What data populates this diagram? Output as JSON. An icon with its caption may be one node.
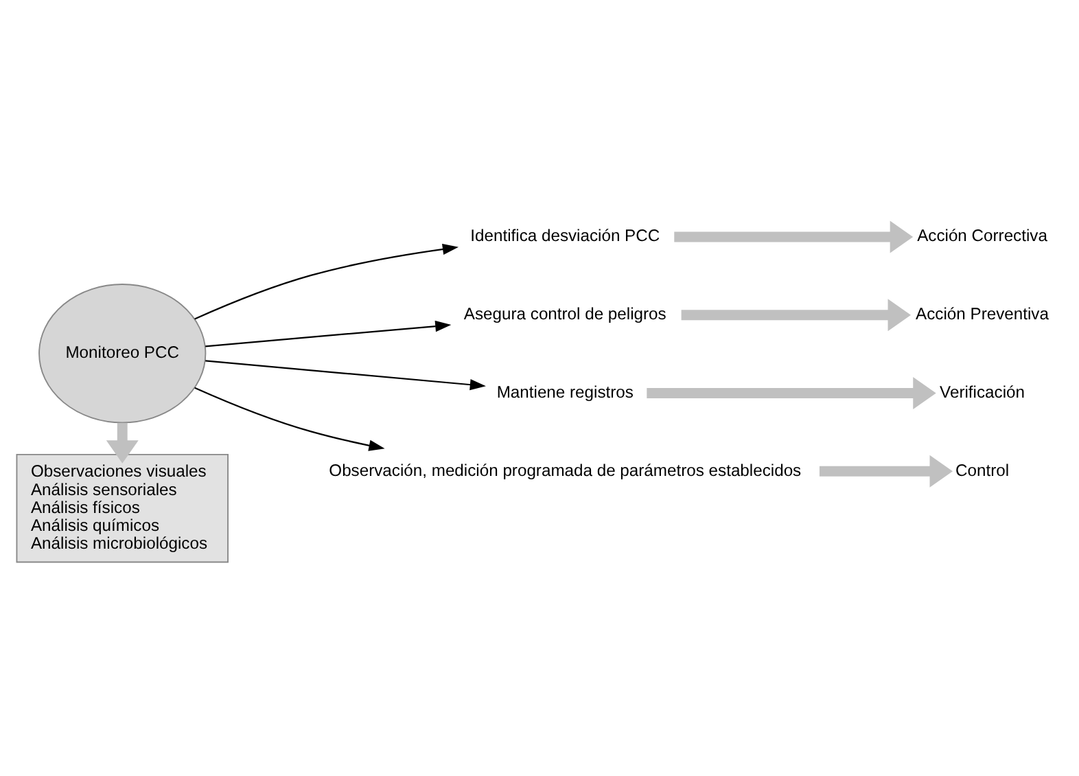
{
  "diagram": {
    "nodes": [
      {
        "text": [
          "Monitoreo PCC"
        ]
      },
      {
        "text": [
          "Identifica desviación PCC"
        ]
      },
      {
        "text": [
          "Asegura control de peligros"
        ]
      },
      {
        "text": [
          "Mantiene registros"
        ]
      },
      {
        "text": [
          "Observación, medición programada de parámetros establecidos"
        ]
      },
      {
        "text": [
          "Acción Correctiva"
        ]
      },
      {
        "text": [
          "Acción Preventiva"
        ]
      },
      {
        "text": [
          "Verificación"
        ]
      },
      {
        "text": [
          "Control"
        ]
      },
      {
        "text": [
          "Observaciones visuales",
          "Análisis sensoriales",
          "Análisis físicos",
          "Análisis químicos",
          "Análisis microbiológicos"
        ]
      }
    ],
    "edges": [
      {
        "from": 0,
        "to": 1,
        "arrow": "to",
        "color": "#000000"
      },
      {
        "from": 0,
        "to": 2,
        "arrow": "to",
        "color": "#000000"
      },
      {
        "from": 0,
        "to": 3,
        "arrow": "to",
        "color": "#000000"
      },
      {
        "from": 0,
        "to": 4,
        "arrow": "to",
        "color": "#000000"
      },
      {
        "from": 1,
        "to": 5,
        "arrow": "to"
      },
      {
        "from": 2,
        "to": 6,
        "arrow": "to"
      },
      {
        "from": 3,
        "to": 7,
        "arrow": "to"
      },
      {
        "from": 4,
        "to": 8,
        "arrow": "to"
      },
      {
        "from": 0,
        "to": 9,
        "arrow": "to"
      }
    ]
  }
}
